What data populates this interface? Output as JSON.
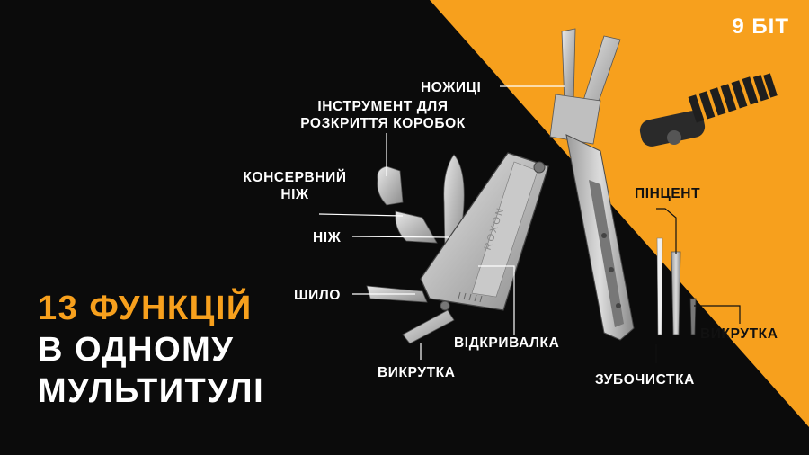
{
  "colors": {
    "accent": "#f7a01d",
    "background": "#0b0b0b",
    "text": "#ffffff"
  },
  "badge": "9 БІТ",
  "headline": {
    "line1": "13 ФУНКЦІЙ",
    "line2": "В ОДНОМУ",
    "line3": "МУЛЬТИТУЛІ"
  },
  "labels": {
    "scissors": "НОЖИЦІ",
    "box_opener_1": "ІНСТРУМЕНТ ДЛЯ",
    "box_opener_2": "РОЗКРИТТЯ КОРОБОК",
    "can_opener_1": "КОНСЕРВНИЙ",
    "can_opener_2": "НІЖ",
    "knife": "НІЖ",
    "awl": "ШИЛО",
    "bottle_opener": "ВІДКРИВАЛКА",
    "screwdriver": "ВИКРУТКА",
    "tweezers": "ПІНЦЕНТ",
    "screwdriver_right": "ВИКРУТКА",
    "toothpick": "ЗУБОЧИСТКА"
  },
  "brand_engraving": "ROXON"
}
